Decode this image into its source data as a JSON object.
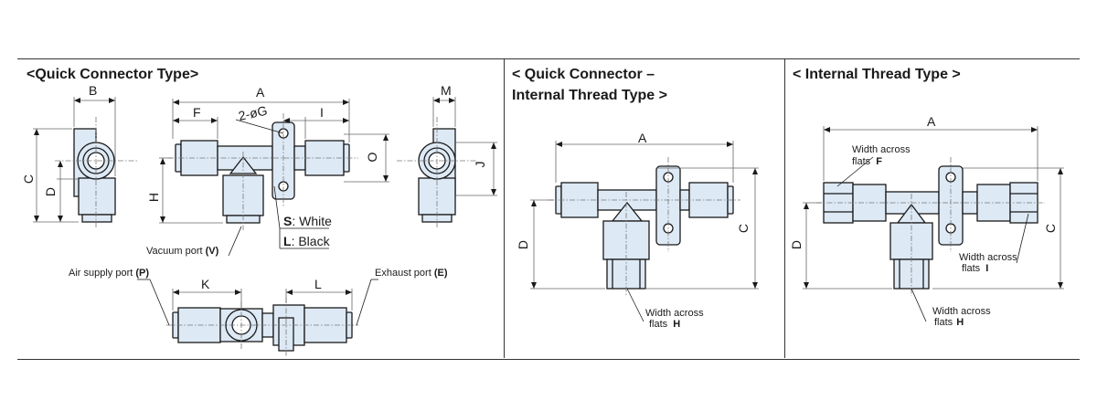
{
  "panels": [
    {
      "title": "<Quick Connector Type>"
    },
    {
      "title_line1": "< Quick Connector –",
      "title_line2": "Internal Thread Type >"
    },
    {
      "title": "< Internal Thread Type >"
    }
  ],
  "qc": {
    "dims": {
      "A": "A",
      "B": "B",
      "C": "C",
      "D": "D",
      "F": "F",
      "H": "H",
      "I": "I",
      "J": "J",
      "M": "M",
      "O": "O",
      "K": "K",
      "L": "L"
    },
    "holes": "2-øG",
    "color_s_code": "S",
    "color_s_text": ": White",
    "color_l_code": "L",
    "color_l_text": ": Black",
    "vacuum_text": "Vacuum port ",
    "vacuum_code": "(V)",
    "supply_text": "Air supply port ",
    "supply_code": "(P)",
    "exhaust_text": "Exhaust port ",
    "exhaust_code": "(E)"
  },
  "qcit": {
    "dims": {
      "A": "A",
      "C": "C",
      "D": "D"
    },
    "wa_line1": "Width across",
    "wa_line2": "flats",
    "wa_code": "H"
  },
  "it": {
    "dims": {
      "A": "A",
      "C": "C",
      "D": "D"
    },
    "wa_line1": "Width across",
    "wa_line2": "flats",
    "f_code": "F",
    "i_code": "I",
    "h_code": "H"
  },
  "colors": {
    "body": "#dde9f5",
    "stroke": "#1a1a1a",
    "line": "#666666"
  }
}
